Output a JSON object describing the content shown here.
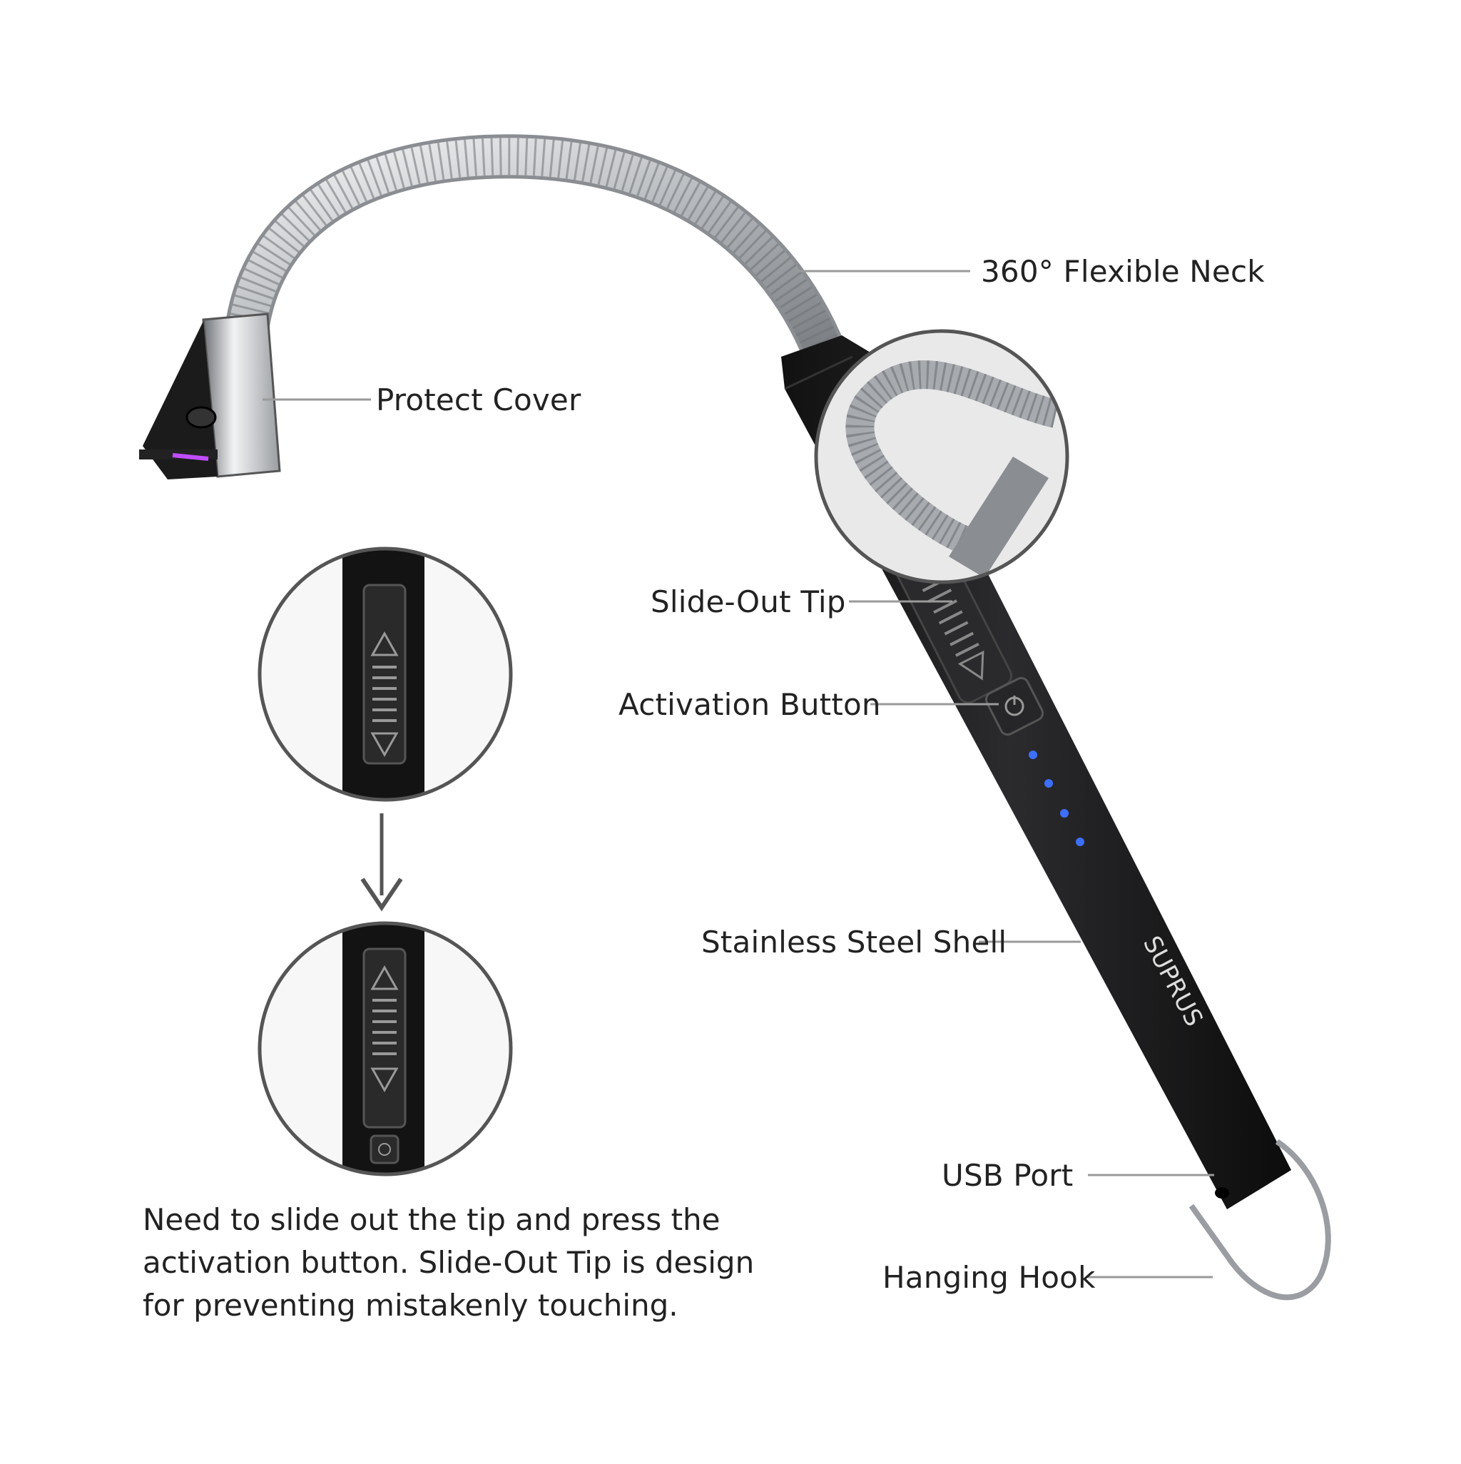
{
  "labels": {
    "flexible_neck": "360° Flexible Neck",
    "protect_cover": "Protect Cover",
    "slide_out_tip": "Slide-Out Tip",
    "activation_button": "Activation Button",
    "stainless_shell": "Stainless Steel Shell",
    "usb_port": "USB Port",
    "hanging_hook": "Hanging Hook"
  },
  "note": "Need to slide out the tip and press the activation button. Slide-Out Tip is design for preventing mistakenly touching.",
  "brand": "SUPRUS",
  "indicator_leds": 4,
  "icons": [
    "power-icon",
    "up-arrow-icon",
    "down-arrow-icon",
    "down-arrow-icon"
  ],
  "colors": {
    "body": "#1e1e20",
    "steel": "#b9bcc0",
    "leader": "#9a9a9a",
    "led": "#3d6fff",
    "circle_border": "#555555",
    "arc": "#c04dff"
  }
}
